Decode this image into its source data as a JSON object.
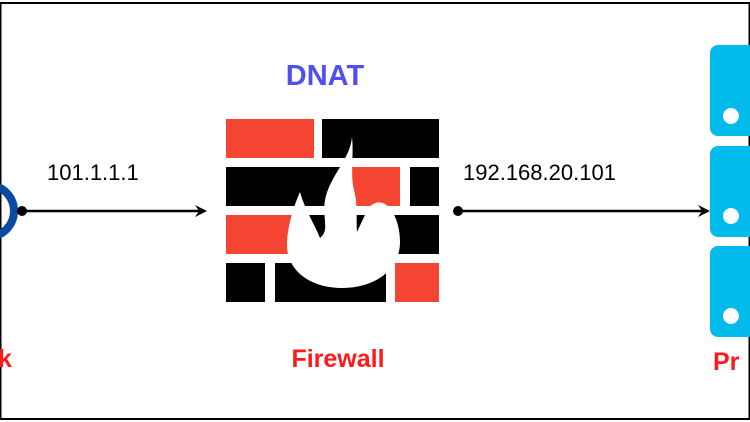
{
  "title": "DNAT",
  "nodes": {
    "left": {
      "label": "k"
    },
    "firewall": {
      "label": "Firewall"
    },
    "right": {
      "label": "Pr"
    }
  },
  "edges": [
    {
      "label": "101.1.1.1"
    },
    {
      "label": "192.168.20.101"
    }
  ],
  "colors": {
    "title": "#5050f0",
    "label": "#ff1a1a",
    "brick_red": "#f44532",
    "brick_black": "#000000",
    "server": "#00bbec",
    "ring": "#0a4aa0"
  }
}
